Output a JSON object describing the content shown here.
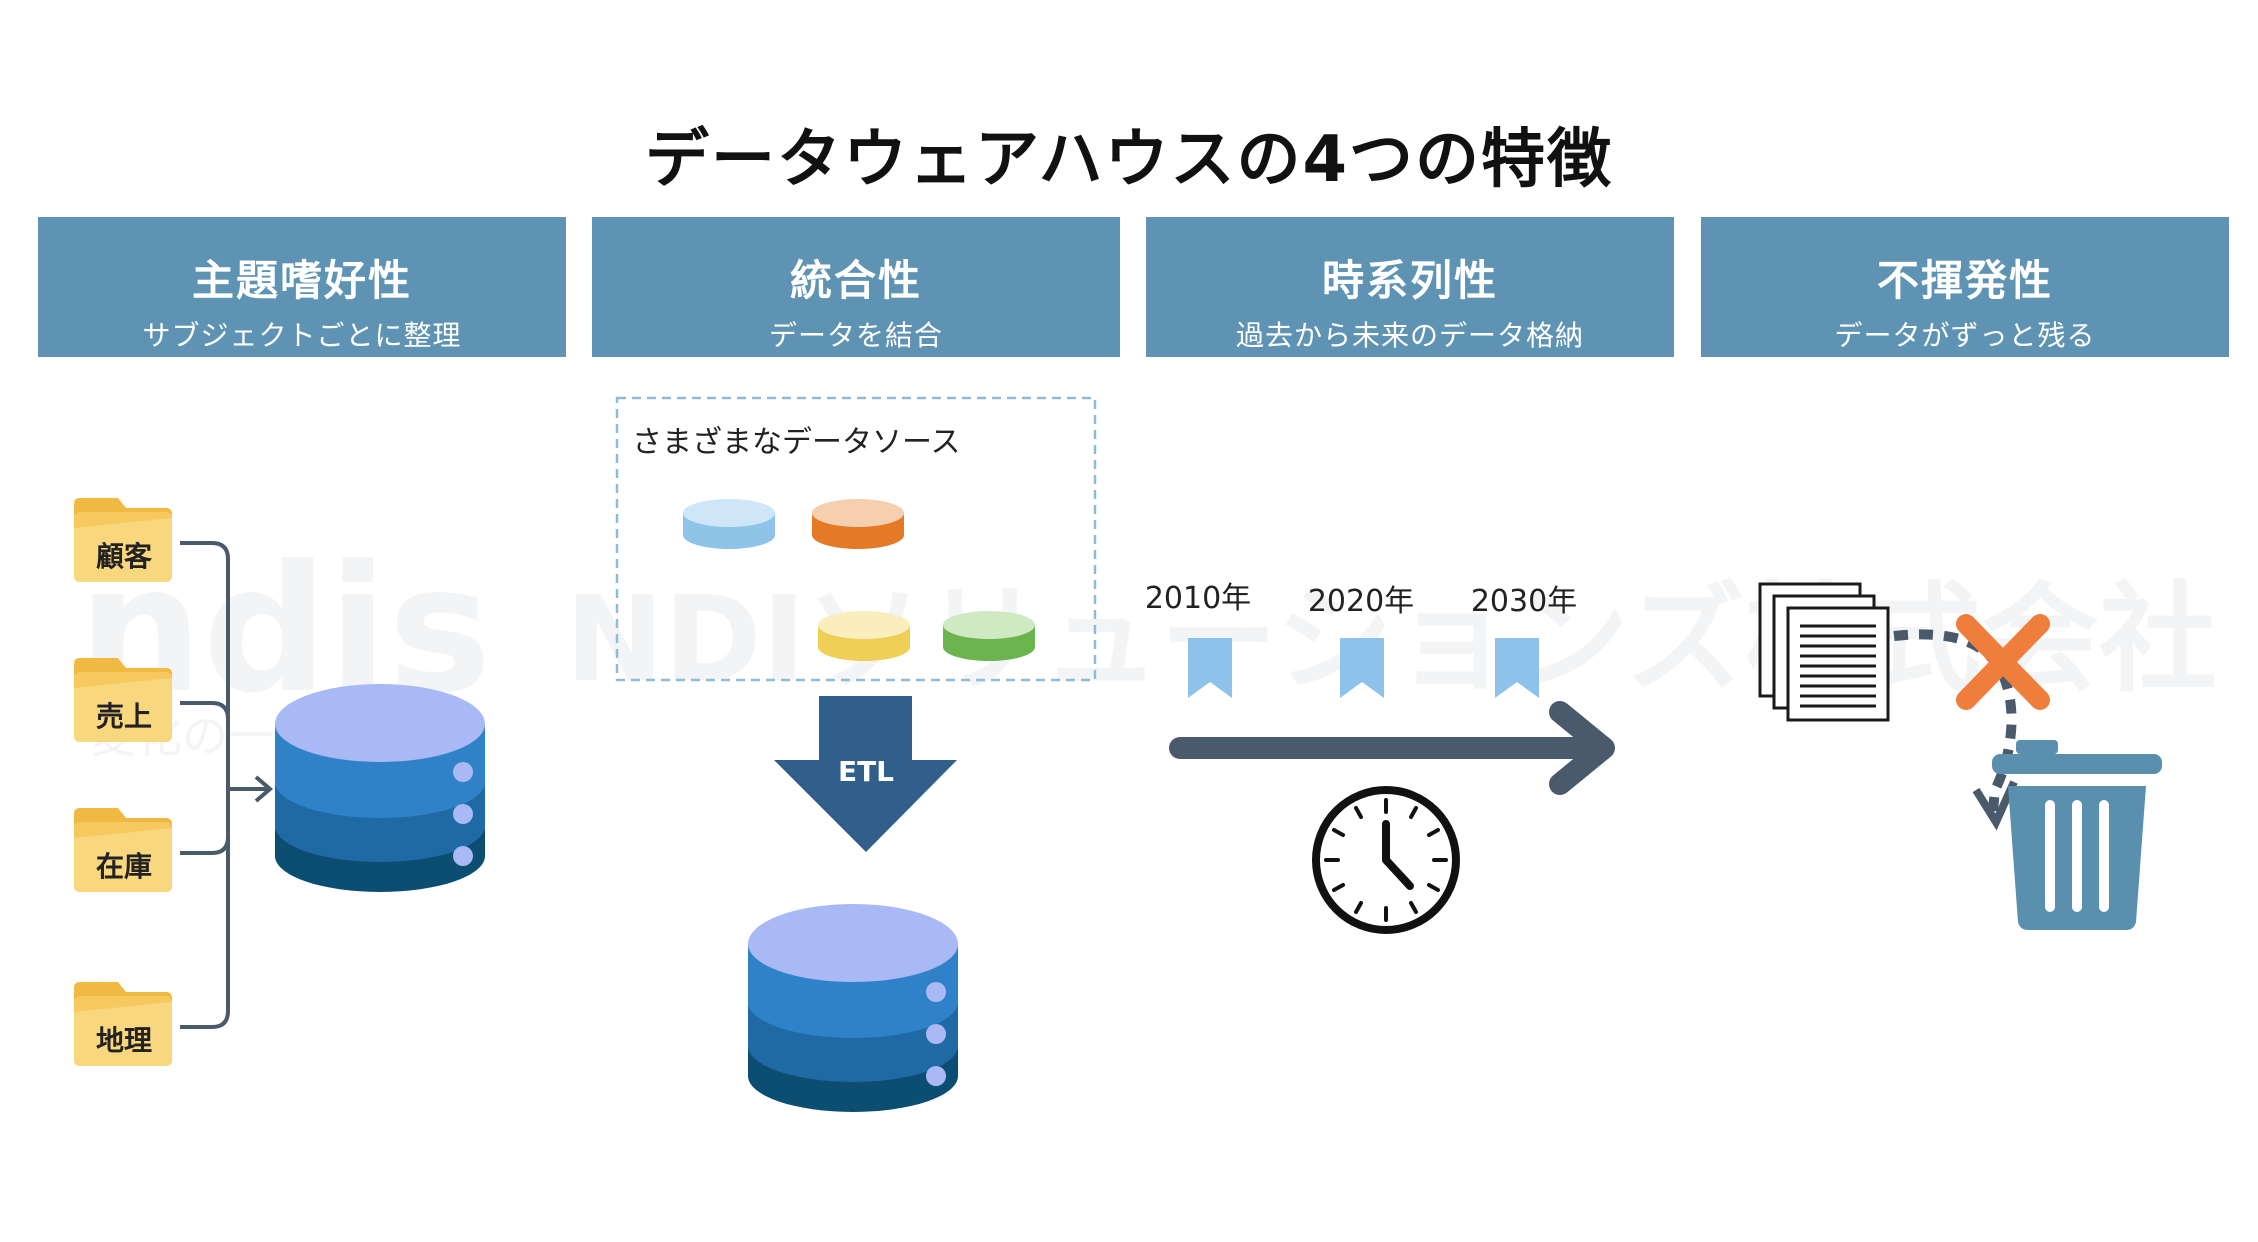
{
  "title": "データウェアハウスの4つの特徴",
  "headers": [
    {
      "title": "主題嗜好性",
      "subtitle": "サブジェクトごとに整理"
    },
    {
      "title": "統合性",
      "subtitle": "データを結合"
    },
    {
      "title": "時系列性",
      "subtitle": "過去から未来のデータ格納"
    },
    {
      "title": "不揮発性",
      "subtitle": "データがずっと残る"
    }
  ],
  "subject": {
    "folders": [
      "顧客",
      "売上",
      "在庫",
      "地理"
    ]
  },
  "integration": {
    "sources_label": "さまざまなデータソース",
    "etl_label": "ETL",
    "source_colors": [
      "#a9d3f2",
      "#ef8f3d",
      "#f4d774",
      "#7cc25f"
    ]
  },
  "timeline": {
    "years": [
      "2010年",
      "2020年",
      "2030年"
    ]
  },
  "watermark": {
    "logo": "ndis",
    "company": "NDIソリューションズ株式会社",
    "slogan": "変化の一歩先を"
  },
  "colors": {
    "header_bg": "#5f93b3",
    "folder": "#f6c95f",
    "db_top": "#a8b9f5",
    "db_mid": "#2f82c8",
    "db_dark": "#0c4d72",
    "arrow": "#4b5a6b",
    "x_mark": "#ef7d3c",
    "trash": "#5a8fae"
  }
}
